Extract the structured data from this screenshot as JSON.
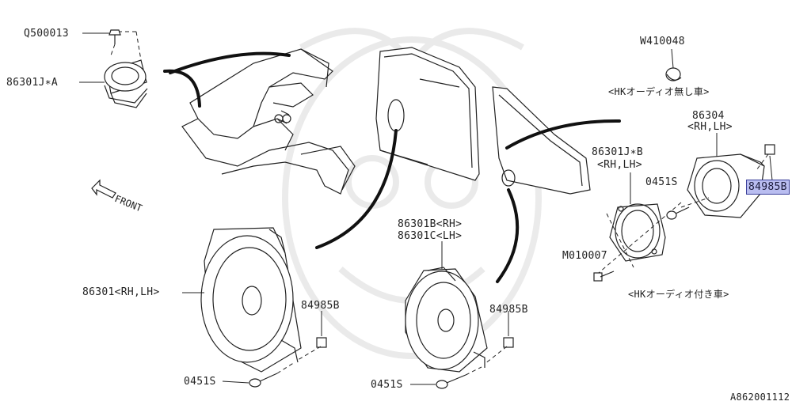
{
  "diagram": {
    "figure_id": "A862001112",
    "front_label": "FRONT",
    "parts": {
      "q500013": "Q500013",
      "p86301ja": "86301J∗A",
      "w410048": "W410048",
      "hk_without": "<HKオーディオ無し車>",
      "p86304": "86304",
      "p86304_side": "<RH,LH>",
      "p86301jb": "86301J∗B",
      "p86301jb_side": "<RH,LH>",
      "p0451s_right": "0451S",
      "p84985b_hl": "84985B",
      "m010007": "M010007",
      "hk_with": "<HKオーディオ付き車>",
      "p86301b": "86301B<RH>",
      "p86301c": "86301C<LH>",
      "p86301": "86301<RH,LH>",
      "p84985b_left": "84985B",
      "p84985b_mid": "84985B",
      "p0451s_left": "0451S",
      "p0451s_mid": "0451S"
    }
  }
}
